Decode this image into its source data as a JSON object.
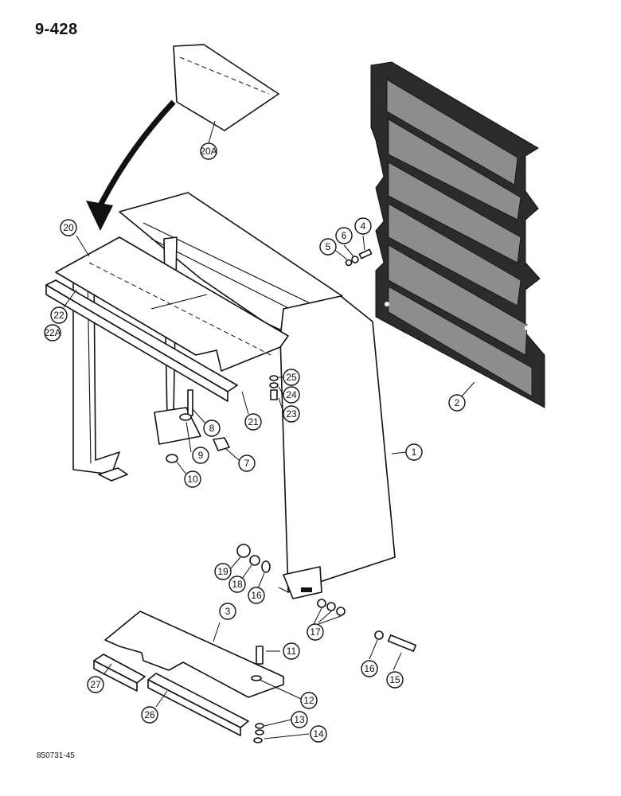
{
  "page_number": "9-428",
  "drawing_code": "850731-45",
  "callouts": [
    "20A",
    "20",
    "22",
    "22A",
    "21",
    "25",
    "24",
    "23",
    "8",
    "9",
    "10",
    "7",
    "5",
    "6",
    "4",
    "2",
    "1",
    "19",
    "18",
    "16",
    "17",
    "3",
    "11",
    "12",
    "13",
    "14",
    "27",
    "26",
    "16",
    "15"
  ]
}
